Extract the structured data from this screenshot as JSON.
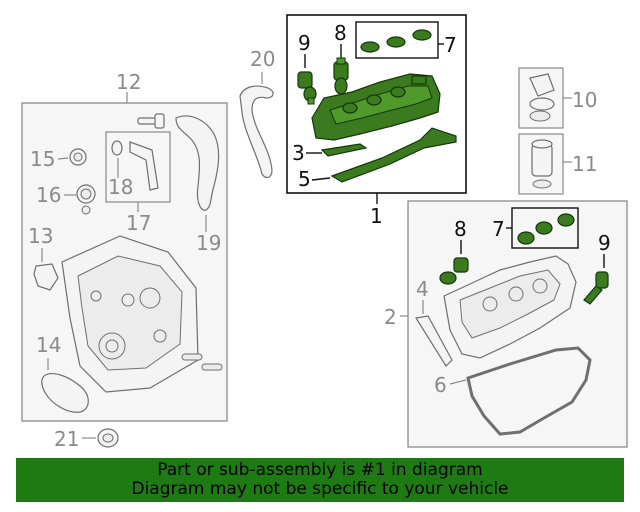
{
  "callouts": {
    "c1": "1",
    "c2": "2",
    "c3": "3",
    "c4": "4",
    "c5": "5",
    "c6": "6",
    "c7": "7",
    "c7b": "7",
    "c8": "8",
    "c8b": "8",
    "c9": "9",
    "c9b": "9",
    "c10": "10",
    "c11": "11",
    "c12": "12",
    "c13": "13",
    "c14": "14",
    "c15": "15",
    "c16": "16",
    "c17": "17",
    "c18": "18",
    "c19": "19",
    "c20": "20",
    "c21": "21"
  },
  "banner": {
    "line1": "Part or sub-assembly is #1 in diagram",
    "line2": "Diagram may not be specific to your vehicle",
    "background": "#1e7a12"
  },
  "colors": {
    "highlight_part": "#3b7a1e",
    "highlight_box": "#111111",
    "other_parts": "#8a8a8a"
  }
}
